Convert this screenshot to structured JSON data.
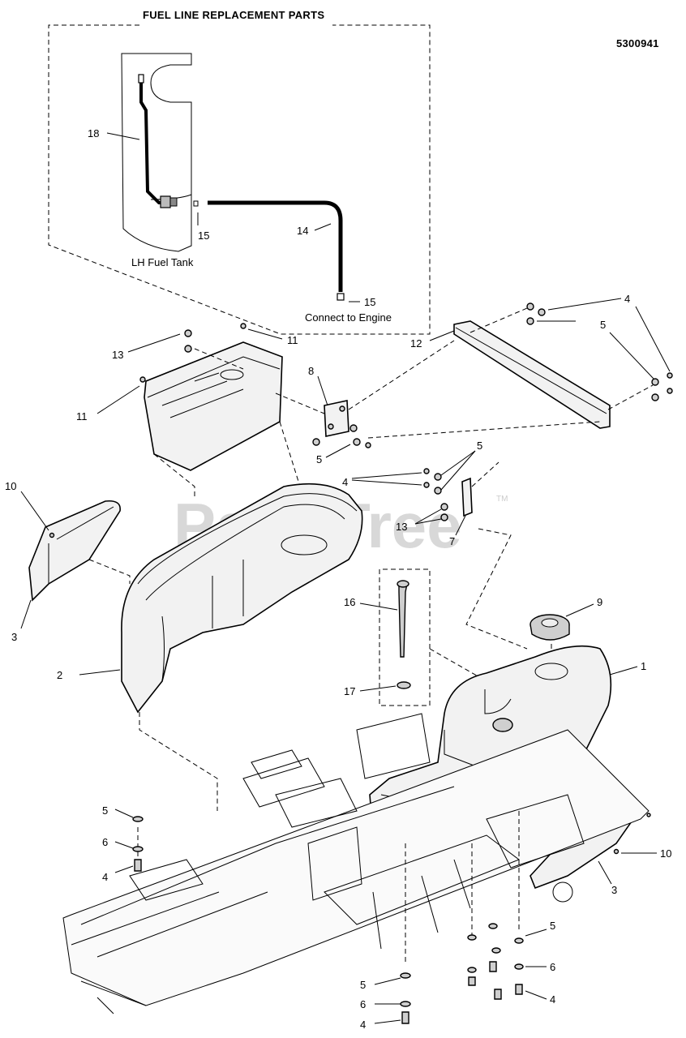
{
  "diagram_id": "5300941",
  "inset": {
    "title": "FUEL LINE REPLACEMENT PARTS",
    "tank_label": "LH Fuel Tank",
    "engine_label": "Connect to Engine"
  },
  "watermark": "PartsTree",
  "watermark_tm": "TM",
  "callouts": {
    "c1": "1",
    "c2": "2",
    "c3a": "3",
    "c3b": "3",
    "c4a": "4",
    "c4b": "4",
    "c4c": "4",
    "c4d": "4",
    "c4e": "4",
    "c5a": "5",
    "c5b": "5",
    "c5c": "5",
    "c5d": "5",
    "c5e": "5",
    "c5f": "5",
    "c6a": "6",
    "c6b": "6",
    "c6c": "6",
    "c7": "7",
    "c8": "8",
    "c9": "9",
    "c10a": "10",
    "c10b": "10",
    "c11a": "11",
    "c11b": "11",
    "c12": "12",
    "c13a": "13",
    "c13b": "13",
    "c14": "14",
    "c15a": "15",
    "c15b": "15",
    "c16": "16",
    "c17": "17",
    "c18": "18"
  }
}
